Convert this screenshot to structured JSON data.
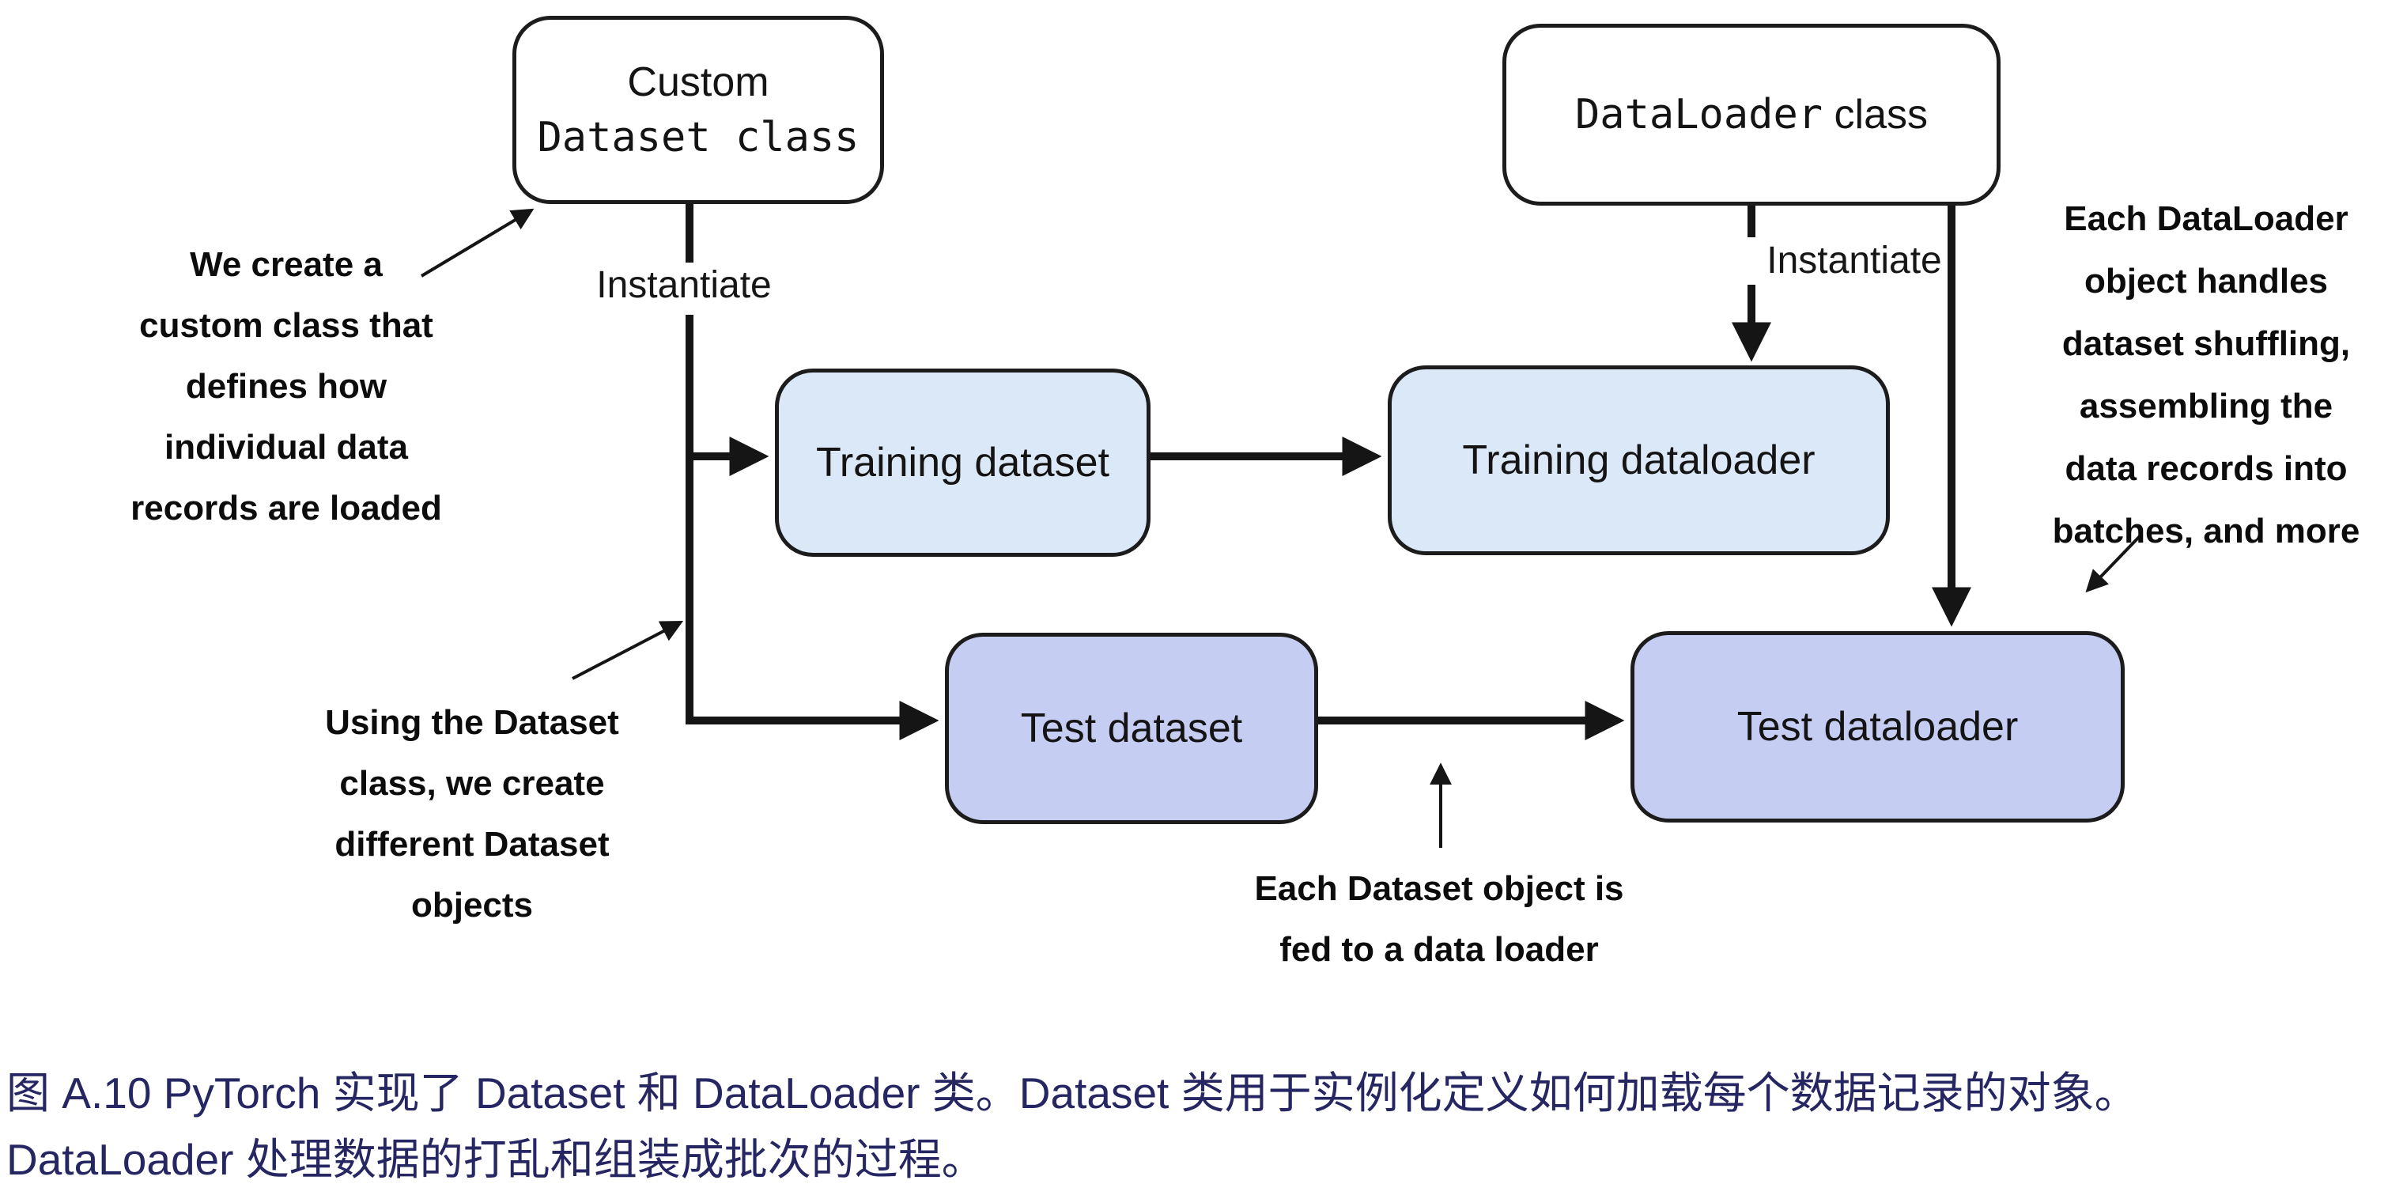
{
  "figure": {
    "boxes": {
      "custom_dataset": {
        "line1": "Custom",
        "line2": "Dataset class",
        "fill": "#ffffff"
      },
      "dataloader_class": {
        "label_code": "DataLoader",
        "label_rest": " class",
        "fill": "#ffffff"
      },
      "training_dataset": {
        "label": "Training dataset",
        "fill": "#dbe8f7"
      },
      "training_dataloader": {
        "label": "Training dataloader",
        "fill": "#dbe8f7"
      },
      "test_dataset": {
        "label": "Test dataset",
        "fill": "#c5cdf2"
      },
      "test_dataloader": {
        "label": "Test dataloader",
        "fill": "#c5cdf2"
      }
    },
    "edge_labels": {
      "instantiate_left": "Instantiate",
      "instantiate_right": "Instantiate"
    },
    "annotations": {
      "custom_class": {
        "text": "We create a custom class that defines how individual data records are loaded",
        "lines": [
          "We create a",
          "custom class that",
          "defines how",
          "individual data",
          "records are loaded"
        ]
      },
      "dataset_objects": {
        "text": "Using the Dataset class, we create different Dataset objects",
        "lines": [
          "Using the Dataset",
          "class, we create",
          "different Dataset",
          "objects"
        ]
      },
      "fed_to_loader": {
        "text": "Each Dataset object is fed to a data loader",
        "lines": [
          "Each Dataset object is",
          "fed to a data loader"
        ]
      },
      "dataloader_handles": {
        "text": "Each DataLoader object handles dataset shuffling, assembling the data records into batches, and more",
        "lines": [
          "Each DataLoader",
          "object handles",
          "dataset shuffling,",
          "assembling the",
          "data records into",
          "batches, and more"
        ]
      }
    },
    "colors": {
      "line": "#151515",
      "border": "#1c1c1c",
      "training_fill": "#dbe8f7",
      "test_fill": "#c5cdf2",
      "caption_text": "#262663"
    }
  },
  "caption": {
    "line1": "图 A.10 PyTorch 实现了 Dataset 和 DataLoader 类。Dataset 类用于实例化定义如何加载每个数据记录的对象。",
    "line2": "DataLoader 处理数据的打乱和组装成批次的过程。"
  }
}
